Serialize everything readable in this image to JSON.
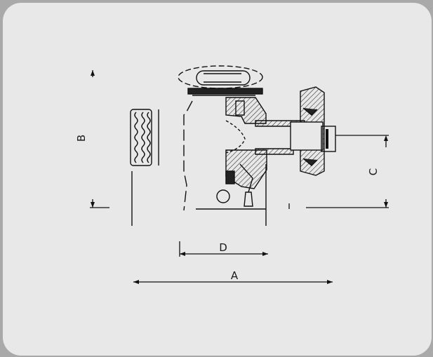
{
  "colors": {
    "frame": "#a9a9a9",
    "panel": "#e8e8e8",
    "ink": "#111111",
    "hatch": "#333333"
  },
  "dimensions": {
    "a": "A",
    "b": "B",
    "c": "C",
    "d": "D"
  }
}
